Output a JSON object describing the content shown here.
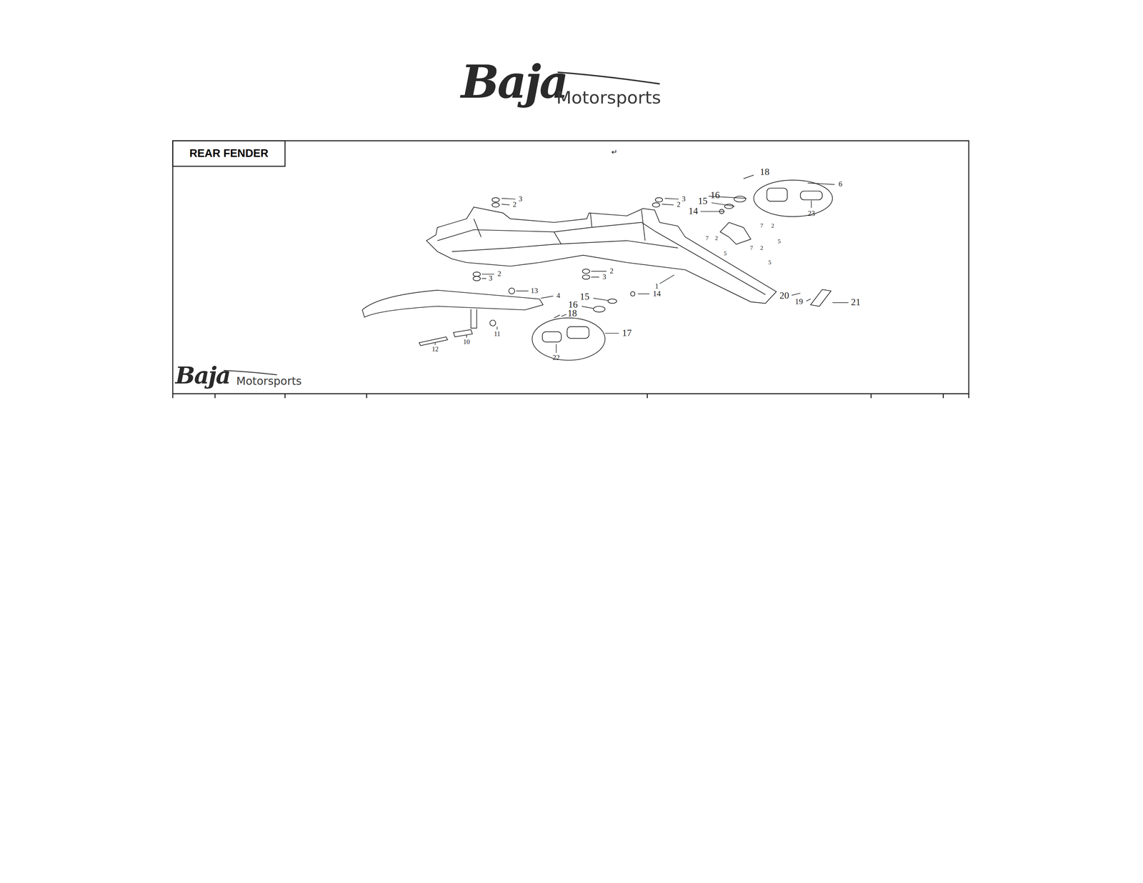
{
  "diagram": {
    "title": "REAR FENDER",
    "labels": [
      "Baja",
      "Motorsports",
      "↵",
      "18",
      "6",
      "3",
      "2",
      "3",
      "16",
      "2",
      "15",
      "14",
      "23",
      "2",
      "7",
      "2",
      "7",
      "5",
      "2",
      "7",
      "5",
      "5",
      "2",
      "3",
      "2",
      "3",
      "1",
      "13",
      "4",
      "15",
      "14",
      "20",
      "16",
      "19",
      "21",
      "18",
      "17",
      "11",
      "10",
      "12",
      "22",
      "Baja",
      "Motorsports"
    ]
  }
}
